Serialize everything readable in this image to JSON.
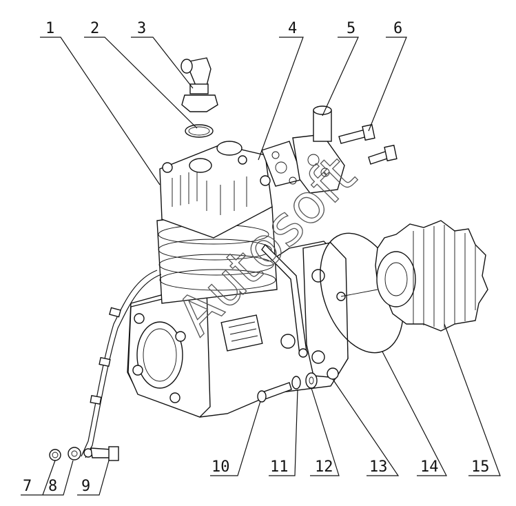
{
  "diagram": {
    "watermark": "Autosoft",
    "callouts": [
      "1",
      "2",
      "3",
      "4",
      "5",
      "6",
      "7",
      "8",
      "9",
      "10",
      "11",
      "12",
      "13",
      "14",
      "15"
    ]
  }
}
